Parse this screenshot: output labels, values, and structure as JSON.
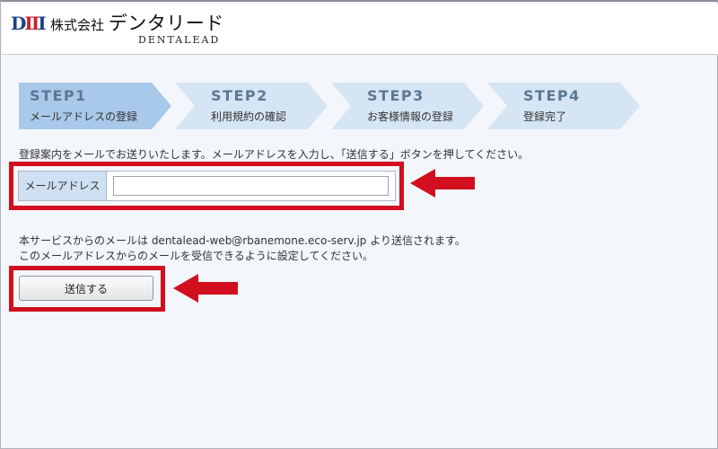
{
  "header": {
    "logo_mark": [
      "D",
      "Ⅱ",
      "I"
    ],
    "company_prefix": "株式会社",
    "company_name": "デンタリード",
    "company_name_en": "DENTALEAD"
  },
  "steps": [
    {
      "number": "STEP1",
      "label": "メールアドレスの登録",
      "active": true
    },
    {
      "number": "STEP2",
      "label": "利用規約の確認",
      "active": false
    },
    {
      "number": "STEP3",
      "label": "お客様情報の登録",
      "active": false
    },
    {
      "number": "STEP4",
      "label": "登録完了",
      "active": false
    }
  ],
  "intro_text": "登録案内をメールでお送りいたします。メールアドレスを入力し、「送信する」ボタンを押してください。",
  "form": {
    "email_label": "メールアドレス",
    "email_value": ""
  },
  "notice": {
    "line1": "本サービスからのメールは dentalead-web@rbanemone.eco-serv.jp より送信されます。",
    "line2": "このメールアドレスからのメールを受信できるように設定してください。"
  },
  "submit_label": "送信する",
  "colors": {
    "highlight_red": "#d10f1e",
    "step_active": "#a9c9ea",
    "step_inactive": "#d6e5f4",
    "step_number_text": "#5b7894",
    "logo_blue": "#1c3f8a",
    "logo_red": "#c8212b"
  }
}
